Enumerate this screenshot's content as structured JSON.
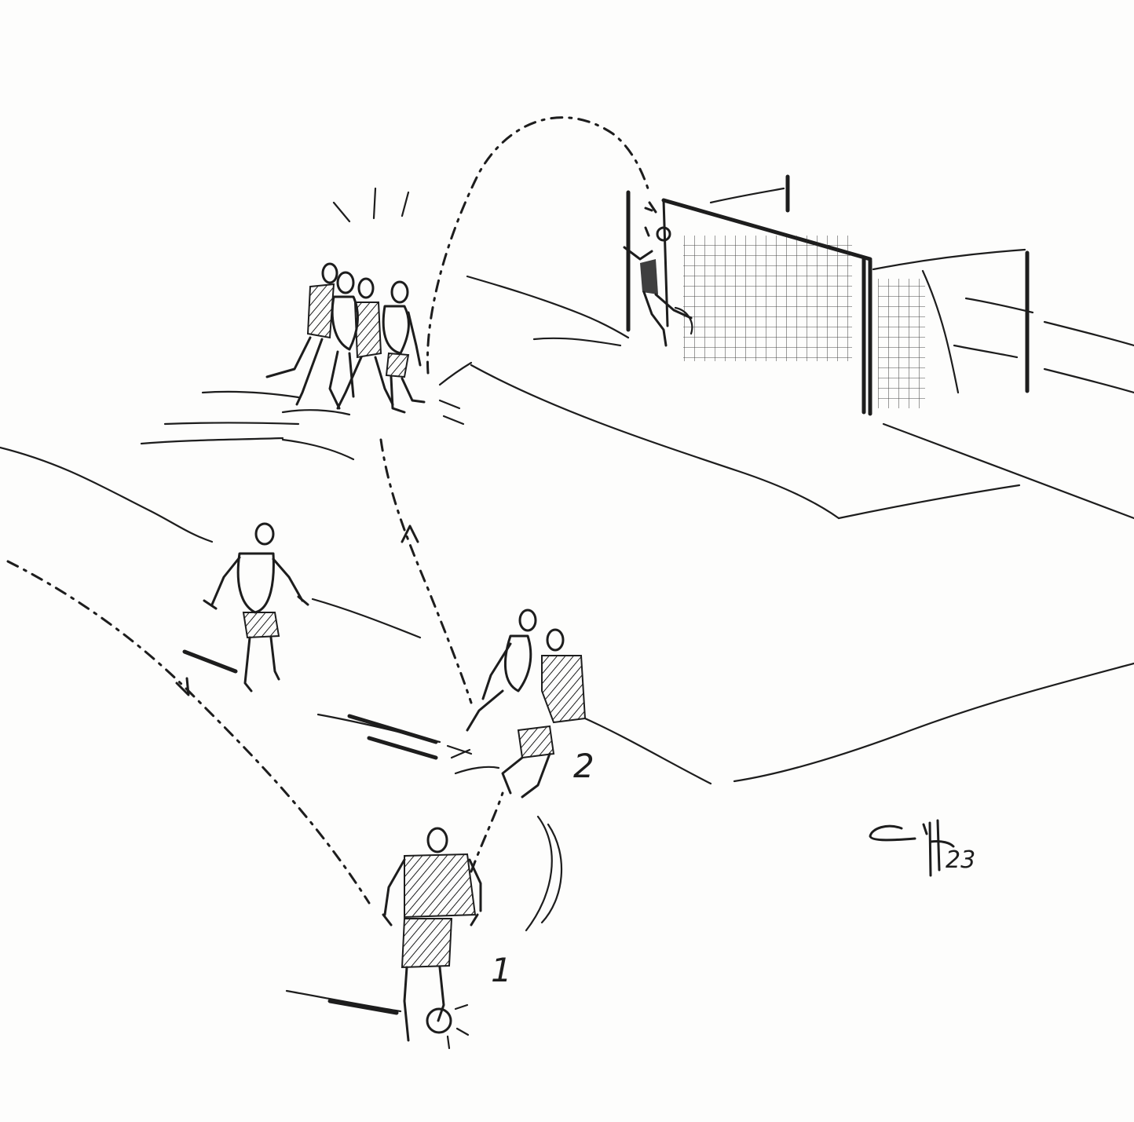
{
  "labels": {
    "player_one": "1",
    "player_two": "2",
    "signature_year": "23"
  },
  "colors": {
    "paper": "#fdfdfc",
    "ink": "#1d1d1d"
  }
}
